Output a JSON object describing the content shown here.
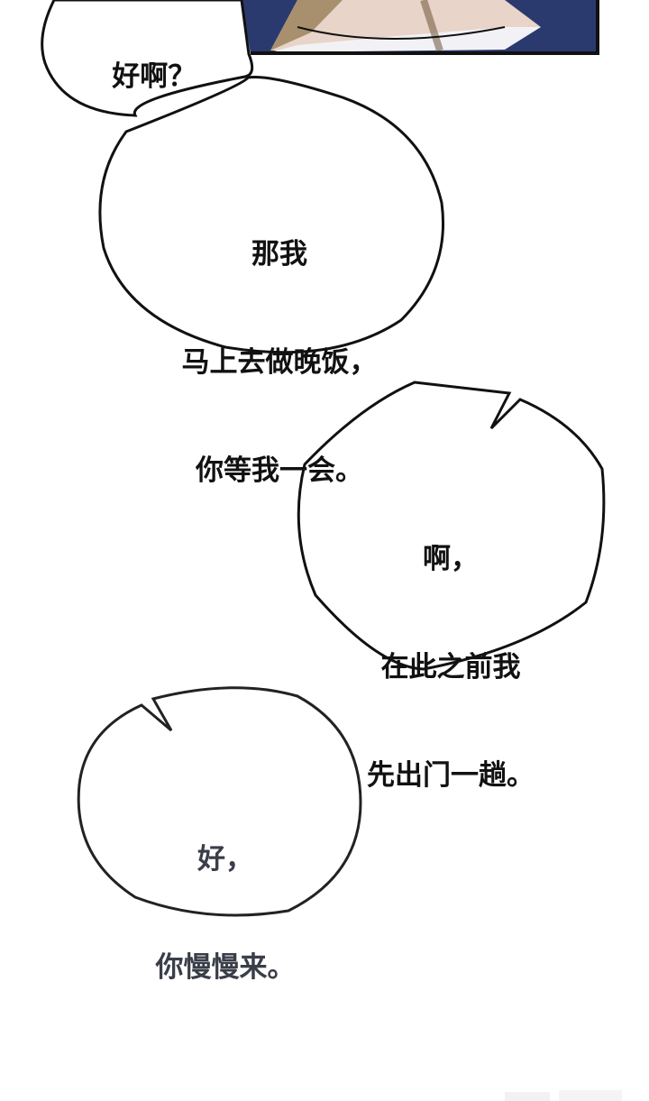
{
  "comic": {
    "panel": {
      "description": "partial comic panel showing a character's neck and collar",
      "colors": {
        "jacket": "#2b3a6e",
        "skin": "#e8d4c8",
        "shadow": "#a8906e",
        "border": "#111111"
      }
    },
    "bubbles": [
      {
        "id": "bubble-1",
        "lines": [
          "好啊？"
        ]
      },
      {
        "id": "bubble-2",
        "lines": [
          "那我",
          "马上去做晚饭，",
          "你等我一会。"
        ]
      },
      {
        "id": "bubble-3",
        "lines": [
          "啊，",
          "在此之前我",
          "先出门一趟。"
        ]
      },
      {
        "id": "bubble-4",
        "lines": [
          "好，",
          "你慢慢来。"
        ]
      }
    ]
  }
}
